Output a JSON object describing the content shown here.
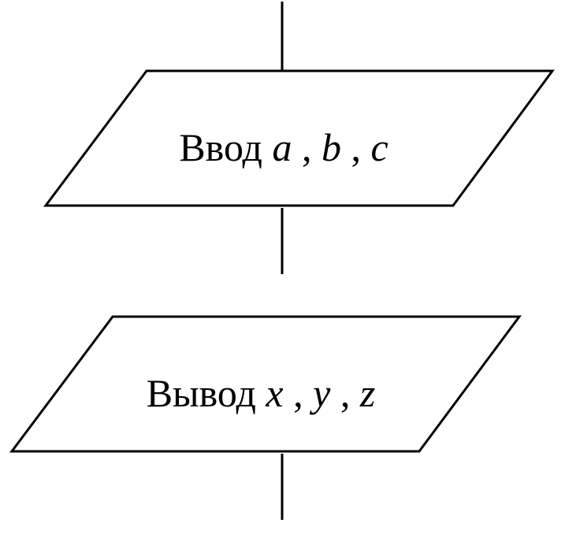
{
  "blocks": [
    {
      "word": "Ввод",
      "vars": [
        "a",
        "b",
        "c"
      ]
    },
    {
      "word": "Вывод",
      "vars": [
        "x",
        "y",
        "z"
      ]
    }
  ],
  "colors": {
    "stroke": "#000000",
    "background": "#ffffff"
  }
}
